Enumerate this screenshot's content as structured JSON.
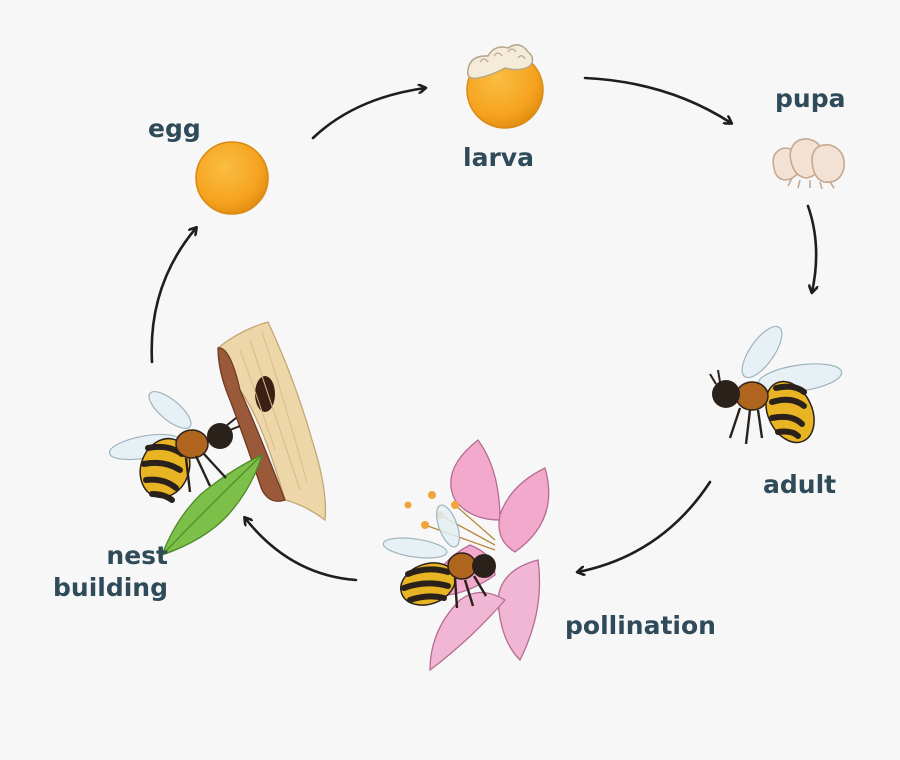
{
  "stages": {
    "egg": "egg",
    "larva": "larva",
    "pupa": "pupa",
    "adult": "adult",
    "pollination": "pollination",
    "nest_building_line1": "nest",
    "nest_building_line2": "building"
  },
  "colors": {
    "background": "#f7f7f8",
    "label_text": "#2f4a58",
    "arrow": "#1e1e1e",
    "egg_orange": "#f5a31f",
    "bee_yellow": "#e9b423",
    "bee_dark": "#2a211b",
    "flower_pink": "#f3a9cc",
    "leaf_green": "#7cc04a",
    "wood": "#edd6a8"
  },
  "icons": [
    "egg-icon",
    "larva-icon",
    "pupa-icon",
    "adult-bee-icon",
    "flower-icon",
    "pollinating-bee-icon",
    "wood-nest-icon",
    "leaf-icon",
    "nest-building-bee-icon"
  ]
}
